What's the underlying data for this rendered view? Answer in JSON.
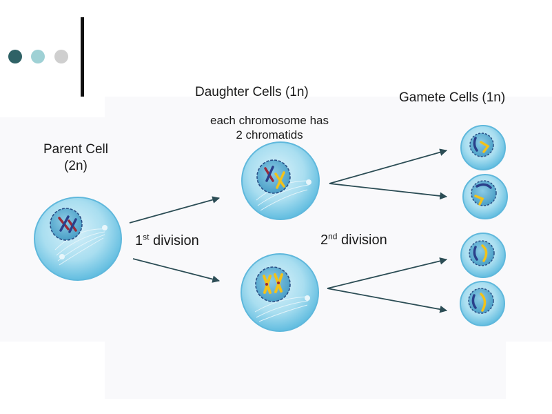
{
  "decor": {
    "dot_colors": [
      "#2f6266",
      "#9fd1d5",
      "#cfcfcf"
    ],
    "bar_color": "#111111",
    "arrow_color": "#2c4d55",
    "cell_colors": {
      "membrane": "#6ec6e3",
      "cytoplasm": "#a9def0",
      "nucleus": "#5fb0d2",
      "nuclear_envelope": "#2a4f86",
      "chromosome_red": "#9a2a3a",
      "chromosome_blue": "#2a3f8a",
      "chromosome_yellow": "#f2c21a",
      "spindle": "#e8f6fb"
    }
  },
  "labels": {
    "daughter_cells": "Daughter Cells (1n)",
    "gamete_cells": "Gamete Cells (1n)",
    "chromatid_note_line1": "each chromosome has",
    "chromatid_note_line2": "2 chromatids",
    "parent_cell_line1": "Parent Cell",
    "parent_cell_line2": "(2n)",
    "first_division_num": "1",
    "first_division_sup": "st",
    "first_division_text": " division",
    "second_division_num": "2",
    "second_division_sup": "nd",
    "second_division_text": " division"
  },
  "cells": [
    {
      "id": "parent",
      "chromosomes": [
        "red",
        "blue",
        "red",
        "blue"
      ]
    },
    {
      "id": "daughter-top",
      "chromosomes": [
        "red",
        "blue",
        "yellow",
        "yellow"
      ]
    },
    {
      "id": "daughter-bottom",
      "chromosomes": [
        "red",
        "yellow",
        "yellow",
        "red"
      ]
    },
    {
      "id": "gamete-1",
      "chromosomes": [
        "blue",
        "yellow"
      ]
    },
    {
      "id": "gamete-2",
      "chromosomes": [
        "blue",
        "yellow"
      ]
    },
    {
      "id": "gamete-3",
      "chromosomes": [
        "blue",
        "yellow"
      ]
    },
    {
      "id": "gamete-4",
      "chromosomes": [
        "blue",
        "yellow"
      ]
    }
  ]
}
